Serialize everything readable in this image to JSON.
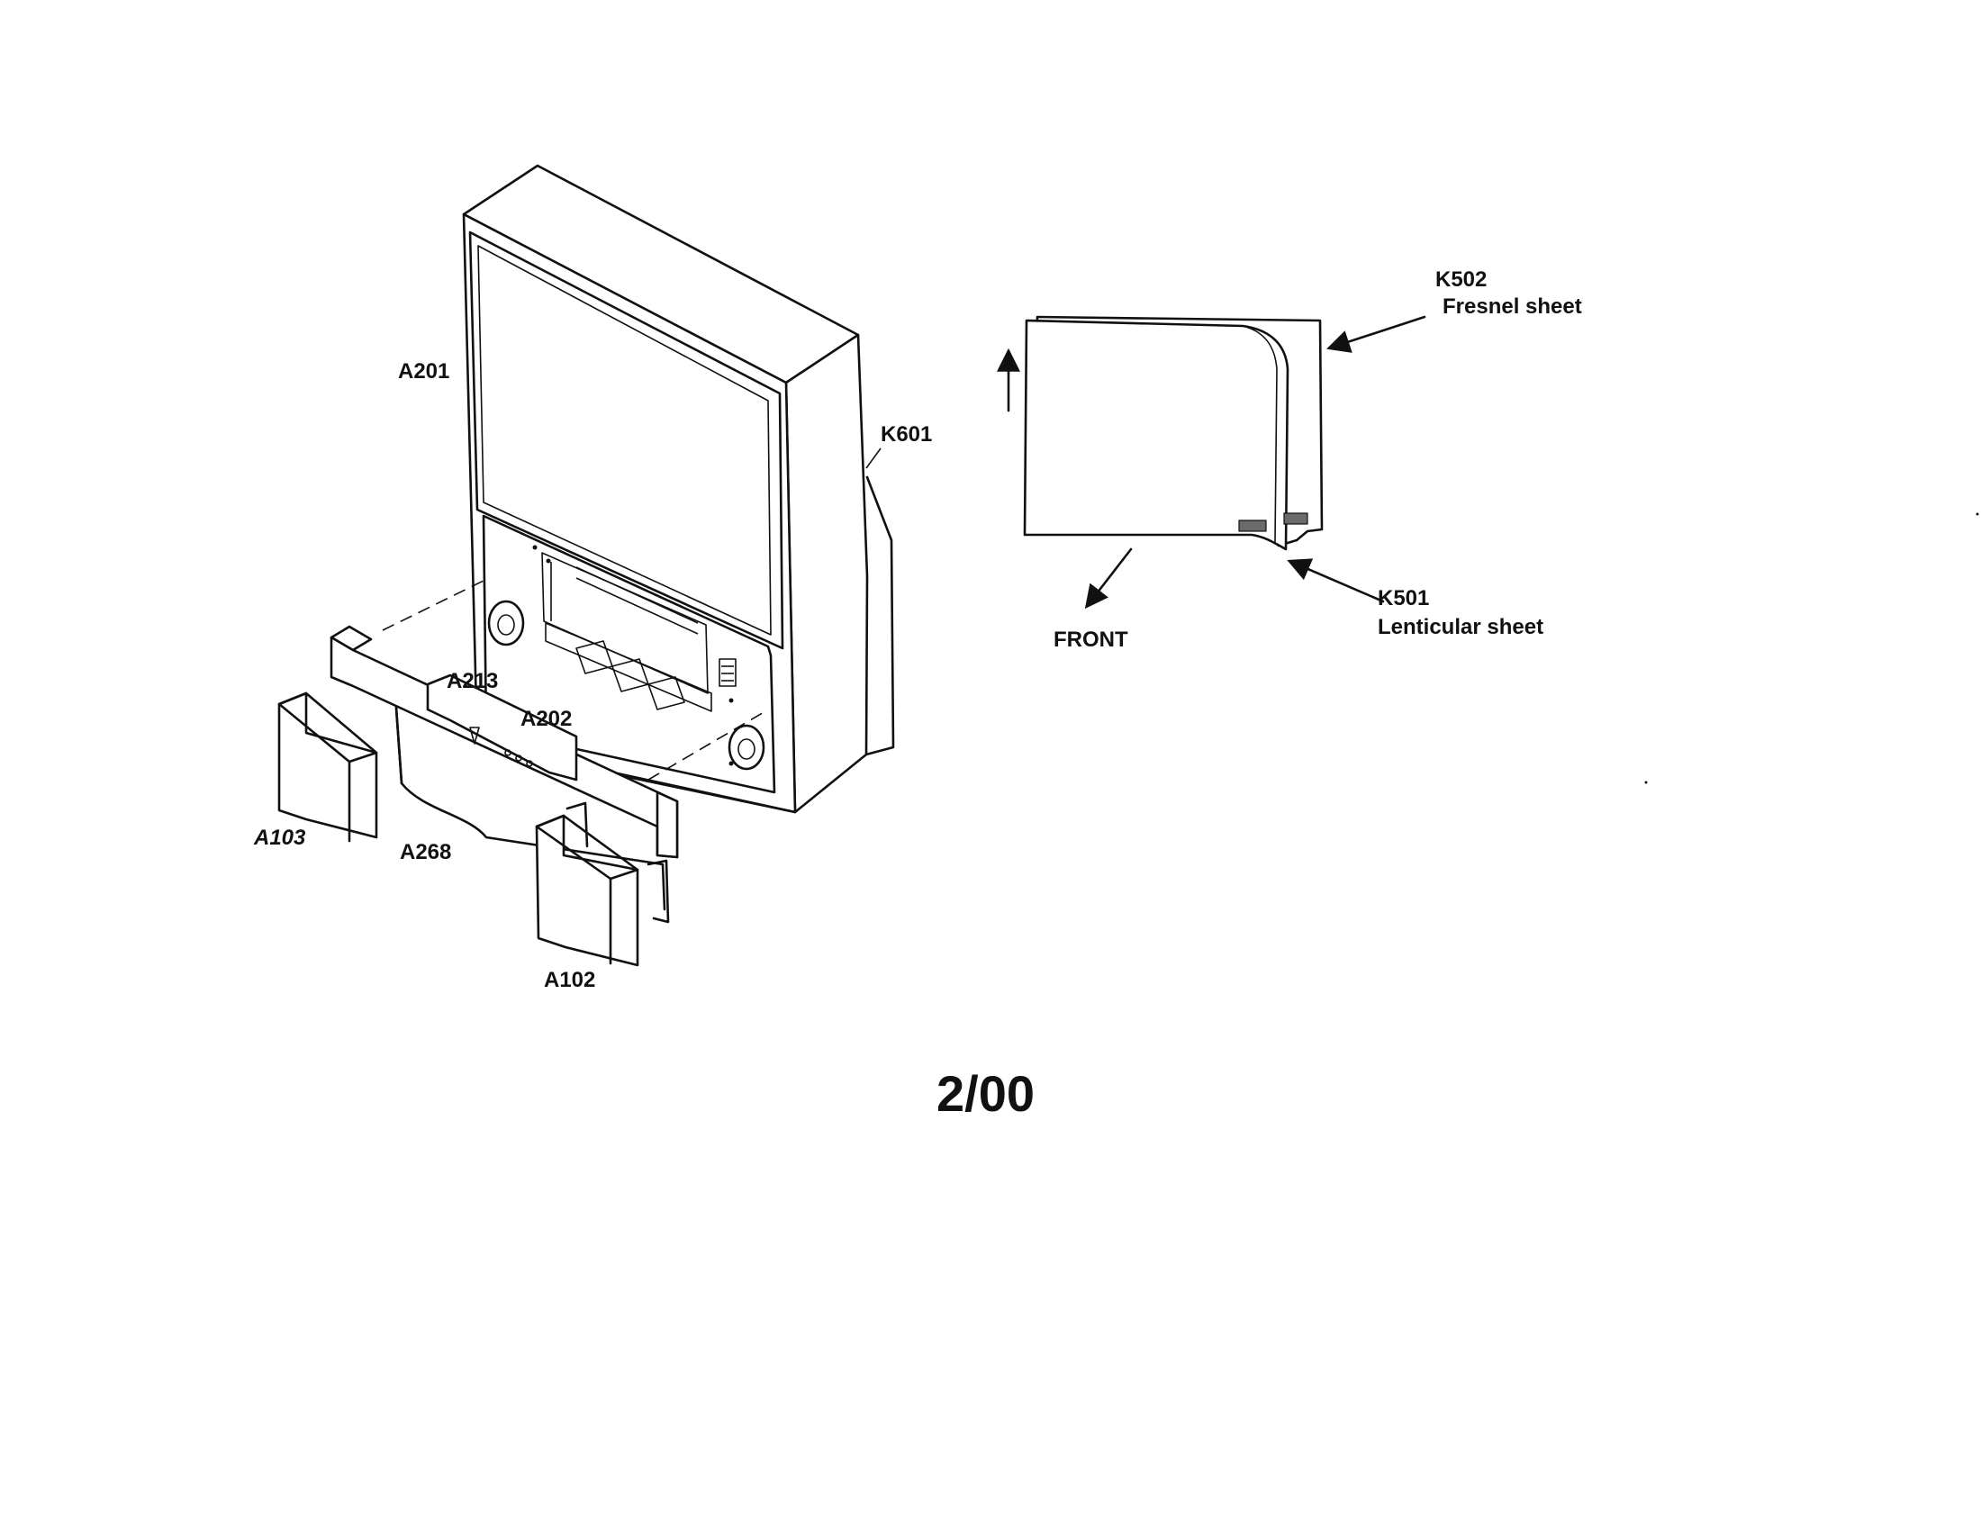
{
  "labels": {
    "a201": "A201",
    "k601": "K601",
    "a213": "A213",
    "a202": "A202",
    "a103": "A103",
    "a268": "A268",
    "a102": "A102",
    "k502_code": "K502",
    "k502_name": "Fresnel sheet",
    "k501_code": "K501",
    "k501_name": "Lenticular sheet",
    "front": "FRONT"
  },
  "page_code": "2/00"
}
